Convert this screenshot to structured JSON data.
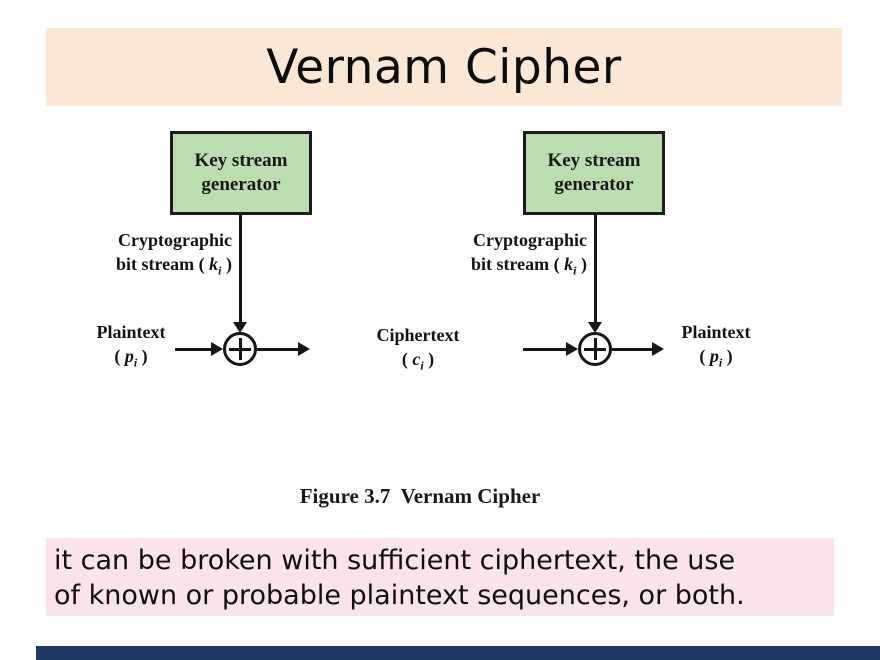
{
  "title": "Vernam Cipher",
  "figure": {
    "caption": "Figure 3.7  Vernam Cipher",
    "generator_box": {
      "line1": "Key stream",
      "line2": "generator"
    },
    "key_stream_label": {
      "line1": "Cryptographic",
      "line2_prefix": "bit stream ( ",
      "var": "k",
      "sub": "i",
      "suffix": " )"
    },
    "plaintext_label": {
      "name": "Plaintext",
      "prefix": "( ",
      "var": "p",
      "sub": "i",
      "suffix": " )"
    },
    "ciphertext_label": {
      "name": "Ciphertext",
      "prefix": "( ",
      "var": "c",
      "sub": "i",
      "suffix": " )"
    }
  },
  "note": {
    "line1": "it can be broken with sufficient ciphertext, the use",
    "line2": "of known or probable plaintext sequences, or both."
  },
  "colors": {
    "title_bg": "#fbe7d6",
    "generator_box_fill": "#bcdcb2",
    "note_bg": "#fae3ec",
    "bottom_bar": "#1f3864",
    "diagram_ink": "#161616"
  }
}
